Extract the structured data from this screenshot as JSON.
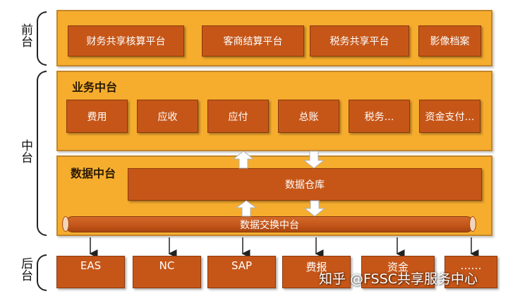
{
  "tiers": {
    "front_label": "前台",
    "middle_label": "中台",
    "back_label": "后台"
  },
  "front": {
    "items": [
      "财务共享核算平台",
      "客商结算平台",
      "税务共享平台",
      "影像档案"
    ]
  },
  "business_platform": {
    "title": "业务中台",
    "items": [
      "费用",
      "应收",
      "应付",
      "总账",
      "税务…",
      "资金支付…"
    ]
  },
  "data_platform": {
    "title": "数据中台",
    "warehouse": "数据仓库",
    "exchange": "数据交换中台"
  },
  "back": {
    "systems": [
      "EAS",
      "NC",
      "SAP",
      "费报",
      "资金",
      "……"
    ]
  },
  "watermark": "知乎 @FSSC共享服务中心",
  "colors": {
    "panel": "#f6ad2e",
    "box": "#c65618",
    "box_text": "#ffffff"
  }
}
